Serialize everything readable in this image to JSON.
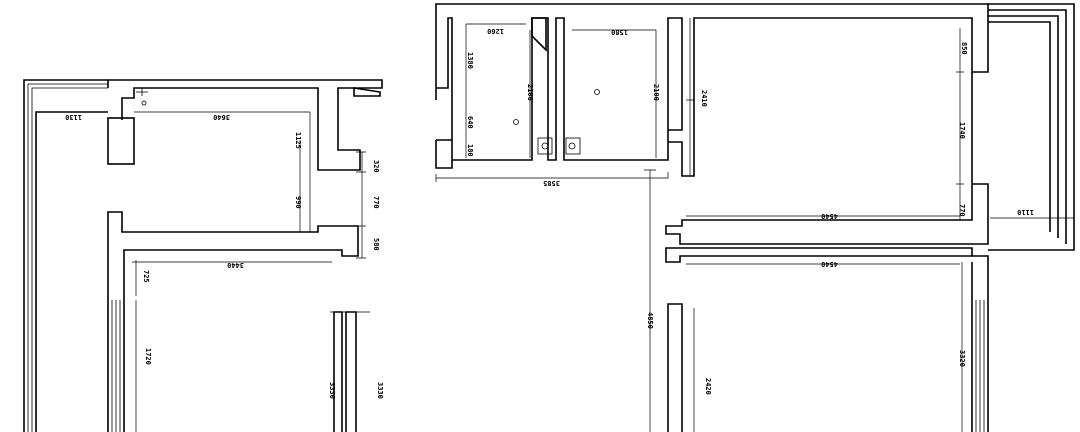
{
  "dimensions": {
    "left_top_wall": "1130",
    "left_room_width": "3640",
    "left_room_small": "1125",
    "left_seg_320": "320",
    "left_seg_770": "770",
    "left_seg_580": "580",
    "left_room_height": "990",
    "left_lower_width": "3440",
    "left_lower_725": "725",
    "left_lower_1720": "1720",
    "pillar_a": "3330",
    "pillar_b": "3330",
    "room1_width": "1260",
    "room1_height": "1380",
    "room1_2100": "2100",
    "room1_640": "640",
    "room1_180": "180",
    "room2_width": "1580",
    "room2_2100": "2100",
    "right_2410": "2410",
    "bath_total": "3585",
    "right_top_850": "850",
    "right_mid_1740": "1740",
    "right_770": "770",
    "right_balcony": "1110",
    "right_upper_width": "4540",
    "right_lower_width": "4540",
    "right_vertical_4850": "4850",
    "right_2420": "2420",
    "right_3320": "3320"
  }
}
